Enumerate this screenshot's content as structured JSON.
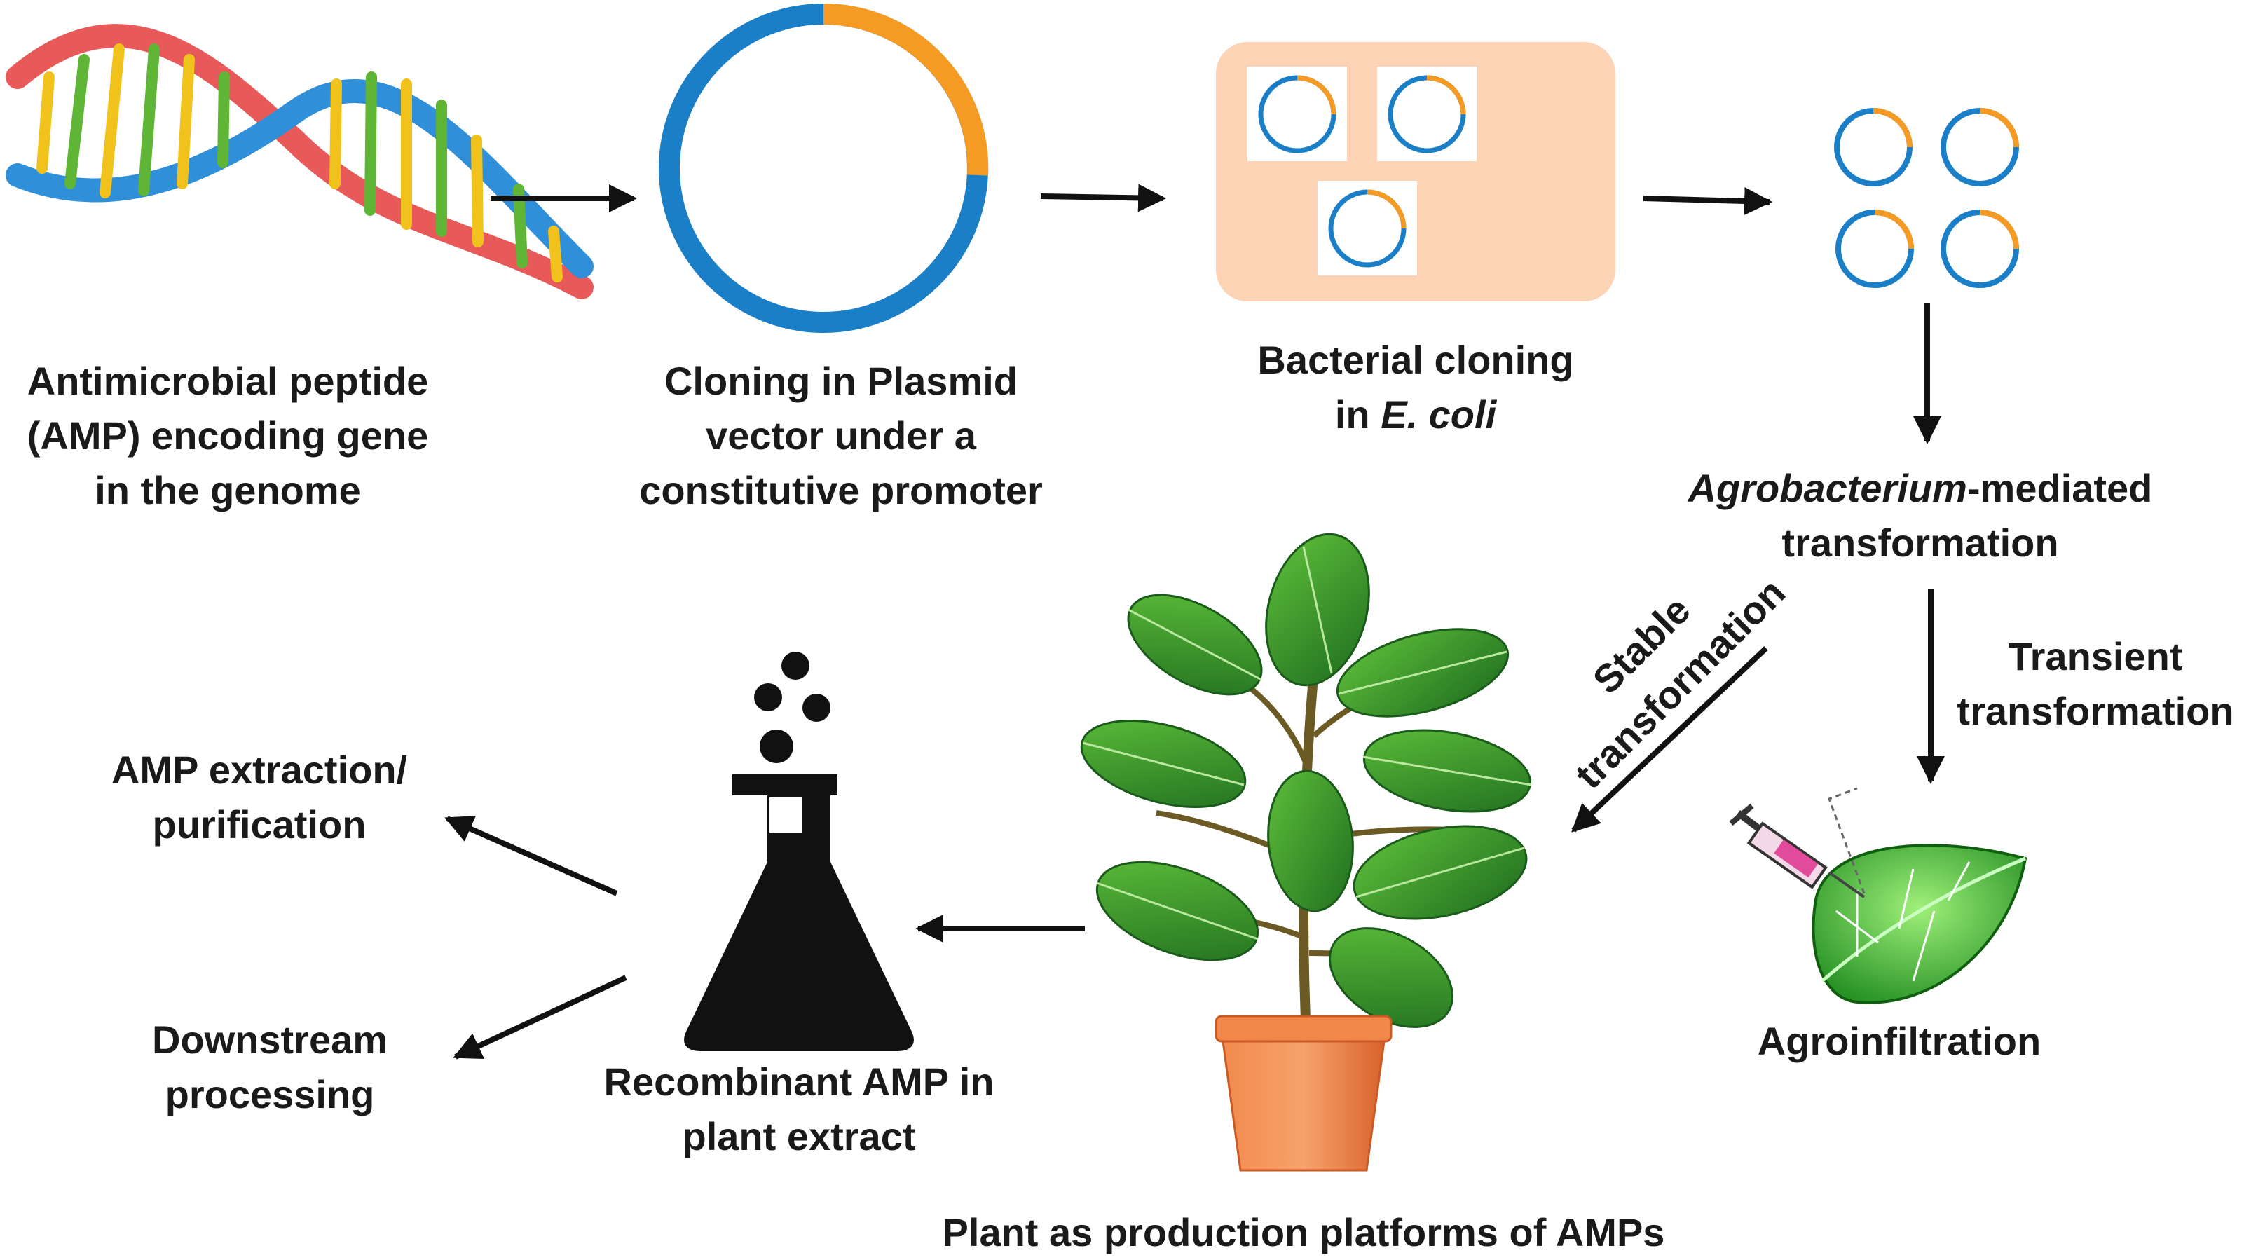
{
  "labels": {
    "amp_gene": [
      "Antimicrobial peptide",
      "(AMP) encoding gene",
      "in the genome"
    ],
    "cloning_plasmid": [
      "Cloning in Plasmid",
      "vector under a",
      "constitutive promoter"
    ],
    "bacterial_cloning_line1": "Bacterial cloning",
    "bacterial_cloning_in": "in ",
    "bacterial_cloning_species": "E. coli",
    "agro_italic": "Agrobacterium",
    "agro_rest": "-mediated",
    "agro_line2": "transformation",
    "transient": [
      "Transient",
      "transformation"
    ],
    "stable": [
      "Stable",
      "transformation"
    ],
    "agroinfiltration": "Agroinfiltration",
    "recombinant": [
      "Recombinant AMP in",
      "plant extract"
    ],
    "extraction": [
      "AMP extraction/",
      "purification"
    ],
    "downstream": [
      "Downstream",
      "processing"
    ],
    "platform": "Plant as production platforms of AMPs"
  },
  "colors": {
    "plasmid_blue": "#1b7fc8",
    "plasmid_orange": "#f59a23",
    "bacteria_box": "#fcd3b5",
    "arrow": "#111111",
    "leaf_green": "#2e8b2e",
    "pot_orange": "#e8743a"
  }
}
